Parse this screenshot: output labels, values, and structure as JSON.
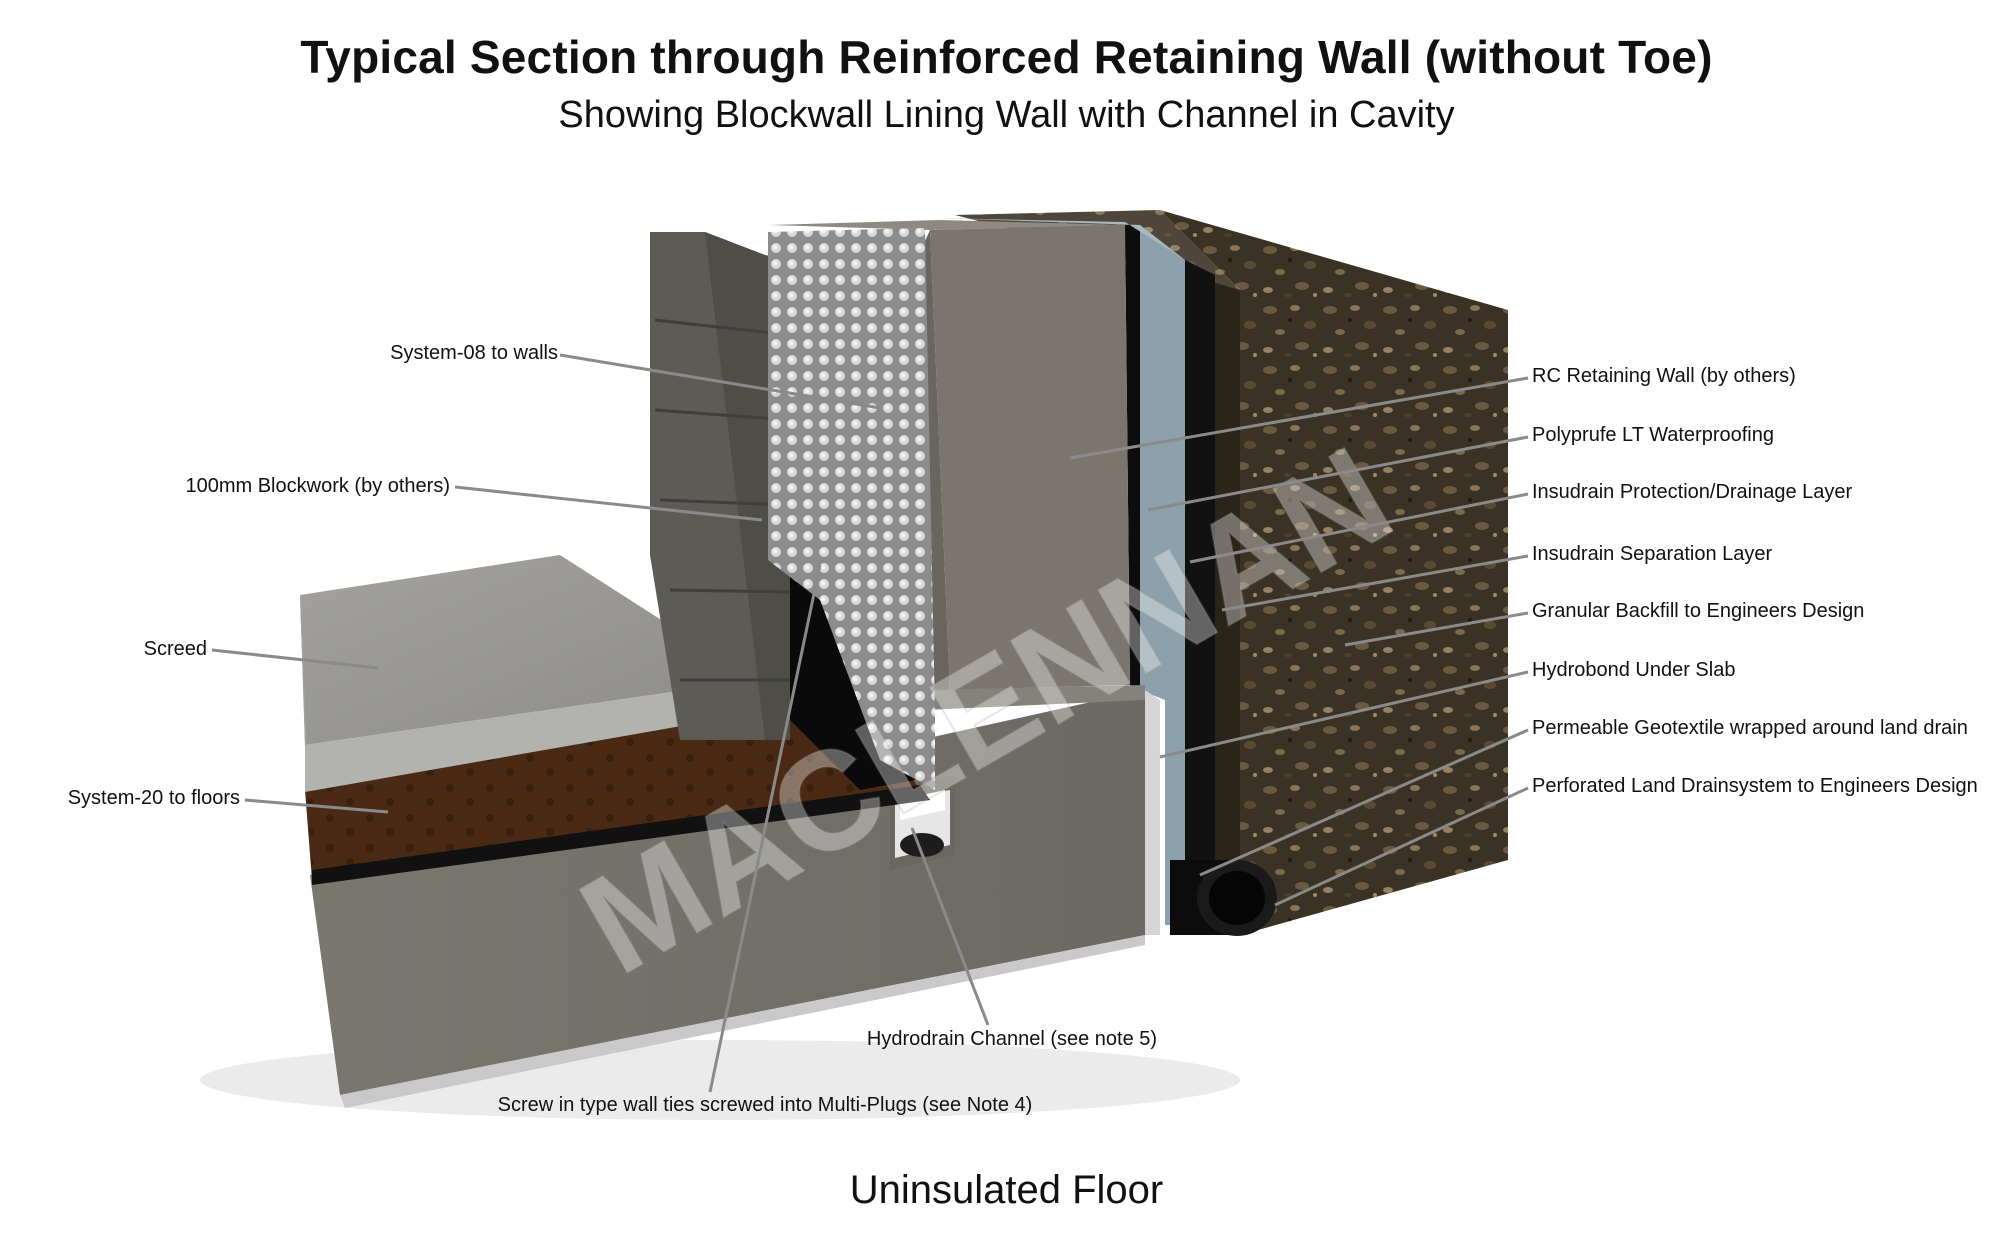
{
  "title": "Typical Section through Reinforced Retaining Wall (without Toe)",
  "subtitle": "Showing Blockwall Lining Wall with Channel in Cavity",
  "footer": "Uninsulated Floor",
  "watermark": "MACLENNAN",
  "labels": {
    "system08": "System-08 to walls",
    "blockwork": "100mm Blockwork (by others)",
    "screed": "Screed",
    "system20": "System-20 to floors",
    "hydrodrain": "Hydrodrain Channel (see note 5)",
    "screw_ties": "Screw in type wall ties screwed into Multi-Plugs (see Note 4)",
    "rc_wall": "RC Retaining Wall (by others)",
    "polyprufe": "Polyprufe LT Waterproofing",
    "insudrain_protection": "Insudrain Protection/Drainage Layer",
    "insudrain_separation": "Insudrain Separation Layer",
    "granular_backfill": "Granular Backfill to Engineers Design",
    "hydrobond": "Hydrobond Under Slab",
    "geotextile": "Permeable Geotextile wrapped around land drain",
    "land_drain": "Perforated Land Drainsystem to Engineers Design"
  },
  "colors": {
    "concrete": "#7d7a72",
    "concrete_dark": "#66635c",
    "screed": "#9e9d99",
    "screed_top": "#8d8c88",
    "blockwork": "#5a5955",
    "membrane_brown": "#4a2a14",
    "waterproofing_blue": "#8fa4ad",
    "black_layer": "#111111",
    "gravel": "#3d3426",
    "leader": "#8a8a8a"
  }
}
